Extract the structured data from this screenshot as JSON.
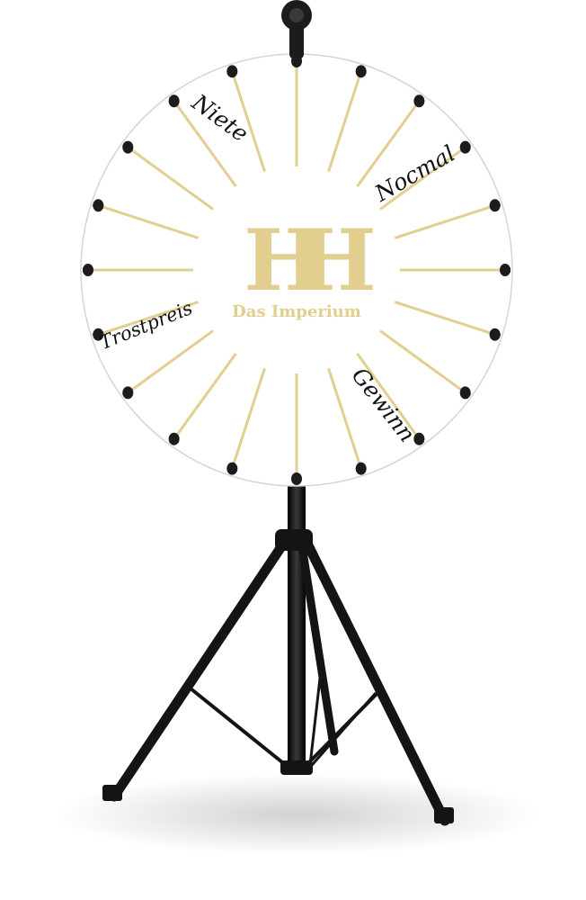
{
  "wheel": {
    "segment_labels": [
      "Niete",
      "Nocmal",
      "Gewinn",
      "Trostpreis"
    ],
    "peg_count": 20,
    "colors": {
      "divider": "#e2cf8f",
      "logo": "#e2cf8f",
      "rim": "#d4d4d4",
      "face": "#ffffff",
      "peg": "#1c1c1c",
      "label_text": "#111111"
    }
  },
  "logo": {
    "monogram": "HH",
    "subtitle": "Das Imperium"
  },
  "stand": {
    "color": "#141414"
  }
}
